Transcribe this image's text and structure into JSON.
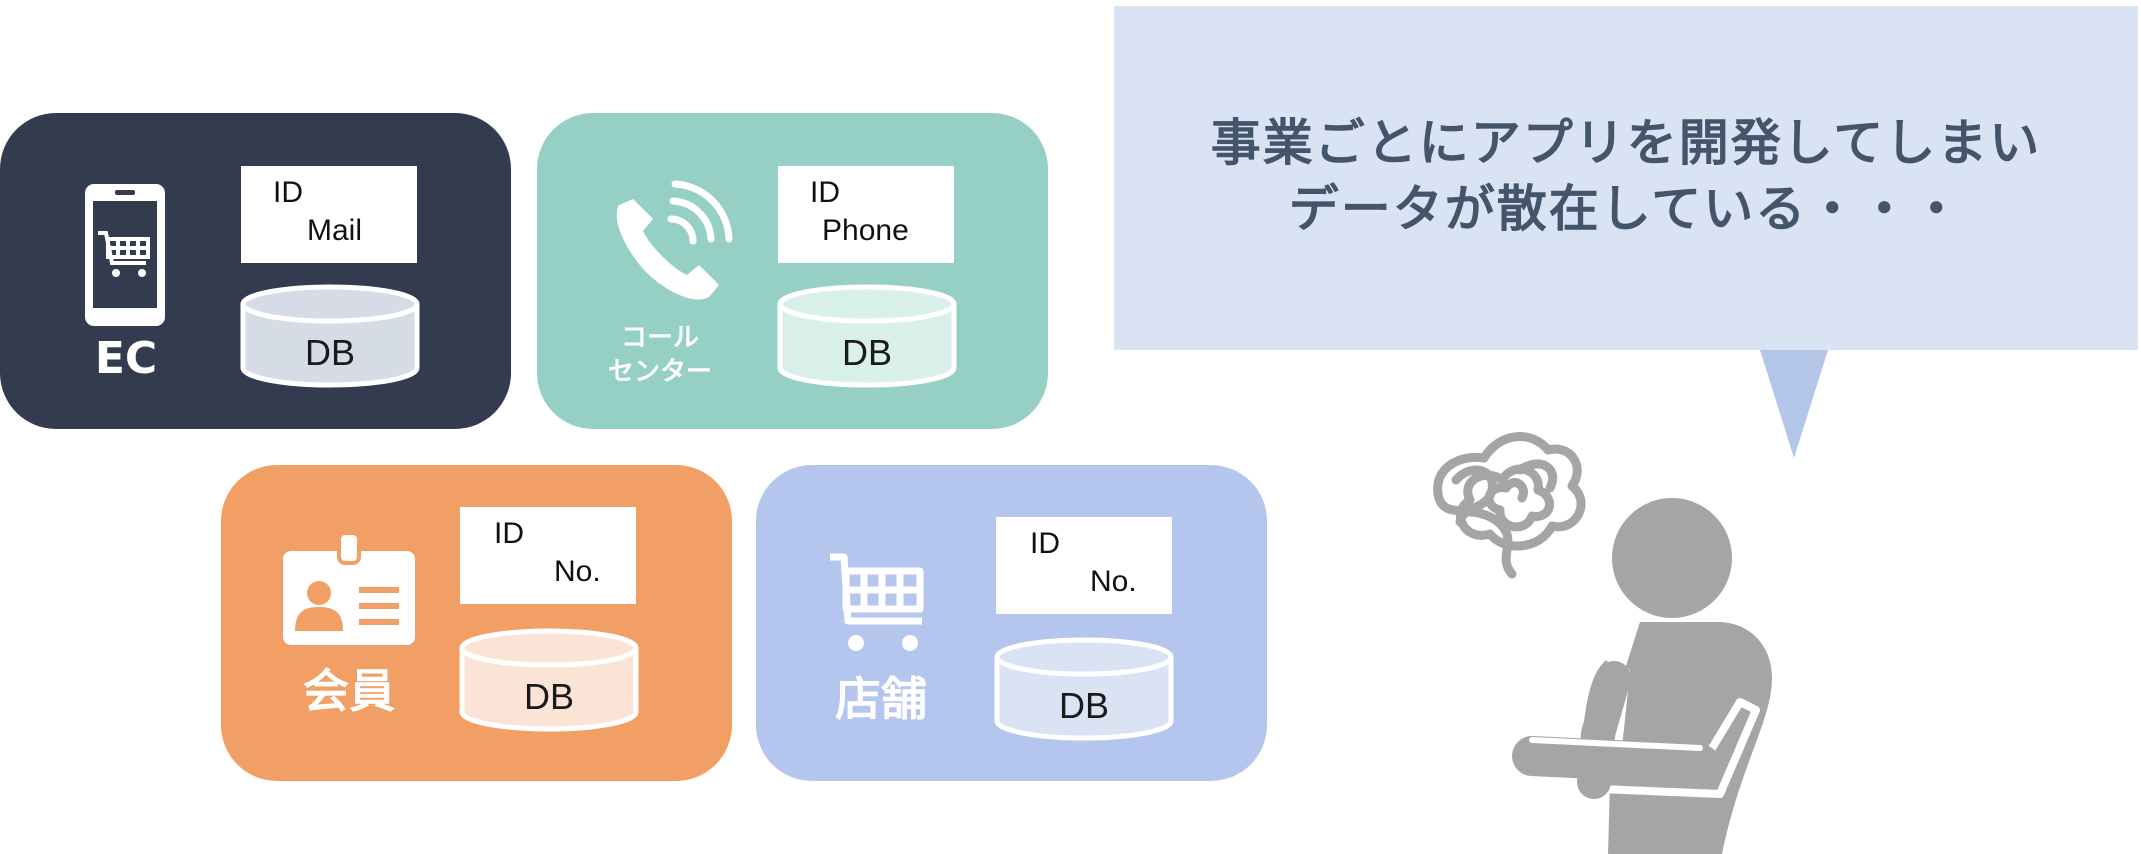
{
  "cards": [
    {
      "key": "ec",
      "label_lines": [
        "EC"
      ],
      "id_lines": [
        "ID",
        "Mail"
      ],
      "db_label": "DB"
    },
    {
      "key": "call",
      "label_lines": [
        "コール",
        "センター"
      ],
      "id_lines": [
        "ID",
        "Phone"
      ],
      "db_label": "DB"
    },
    {
      "key": "member",
      "label_lines": [
        "会員"
      ],
      "id_lines": [
        "ID",
        "No."
      ],
      "db_label": "DB"
    },
    {
      "key": "store",
      "label_lines": [
        "店舗"
      ],
      "id_lines": [
        "ID",
        "No."
      ],
      "db_label": "DB"
    }
  ],
  "bubble": {
    "line1": "事業ごとにアプリを開発してしまい",
    "line2": "データが散在している・・・"
  },
  "icons": {
    "ec": "smartphone-cart-icon",
    "call": "phone-call-icon",
    "member": "id-card-icon",
    "store": "shopping-cart-icon",
    "person": "confused-person-icon",
    "scribble": "tangled-thought-icon"
  },
  "colors": {
    "ec": "#323c4e",
    "call": "#96d0c4",
    "member": "#f19f64",
    "store": "#b5c6ee",
    "bubble": "#dae3f3",
    "bubble_text": "#44546a",
    "person": "#a5a5a5"
  }
}
